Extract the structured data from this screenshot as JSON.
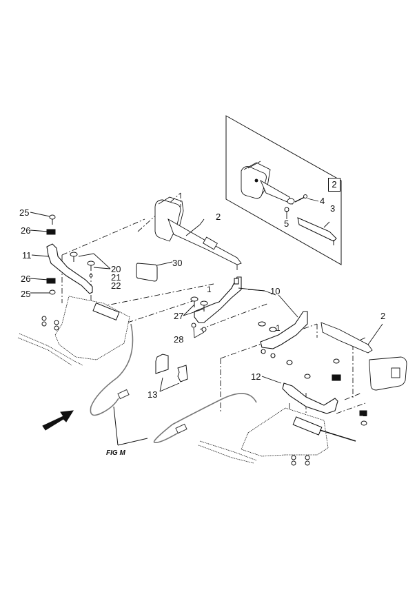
{
  "diagram": {
    "type": "exploded-parts-diagram",
    "figure_label": "FIG M",
    "inset": {
      "tag": "2",
      "callouts": [
        "3",
        "4",
        "5"
      ]
    },
    "callouts": [
      {
        "id": "c25a",
        "label": "25"
      },
      {
        "id": "c26a",
        "label": "26"
      },
      {
        "id": "c11",
        "label": "11"
      },
      {
        "id": "c26b",
        "label": "26"
      },
      {
        "id": "c25b",
        "label": "25"
      },
      {
        "id": "c20",
        "label": "20"
      },
      {
        "id": "c21",
        "label": "21"
      },
      {
        "id": "c22",
        "label": "22"
      },
      {
        "id": "c2a",
        "label": "2"
      },
      {
        "id": "c30",
        "label": "30"
      },
      {
        "id": "c10",
        "label": "10"
      },
      {
        "id": "c27",
        "label": "27"
      },
      {
        "id": "c28",
        "label": "28"
      },
      {
        "id": "c2b",
        "label": "2"
      },
      {
        "id": "c12",
        "label": "12"
      },
      {
        "id": "c13",
        "label": "13"
      },
      {
        "id": "c4",
        "label": "4"
      },
      {
        "id": "c5",
        "label": "5"
      },
      {
        "id": "c3",
        "label": "3"
      },
      {
        "id": "c1a",
        "label": "1"
      },
      {
        "id": "c1b",
        "label": "1"
      },
      {
        "id": "c1c",
        "label": "1"
      }
    ],
    "direction_arrow": "arrow-icon"
  }
}
